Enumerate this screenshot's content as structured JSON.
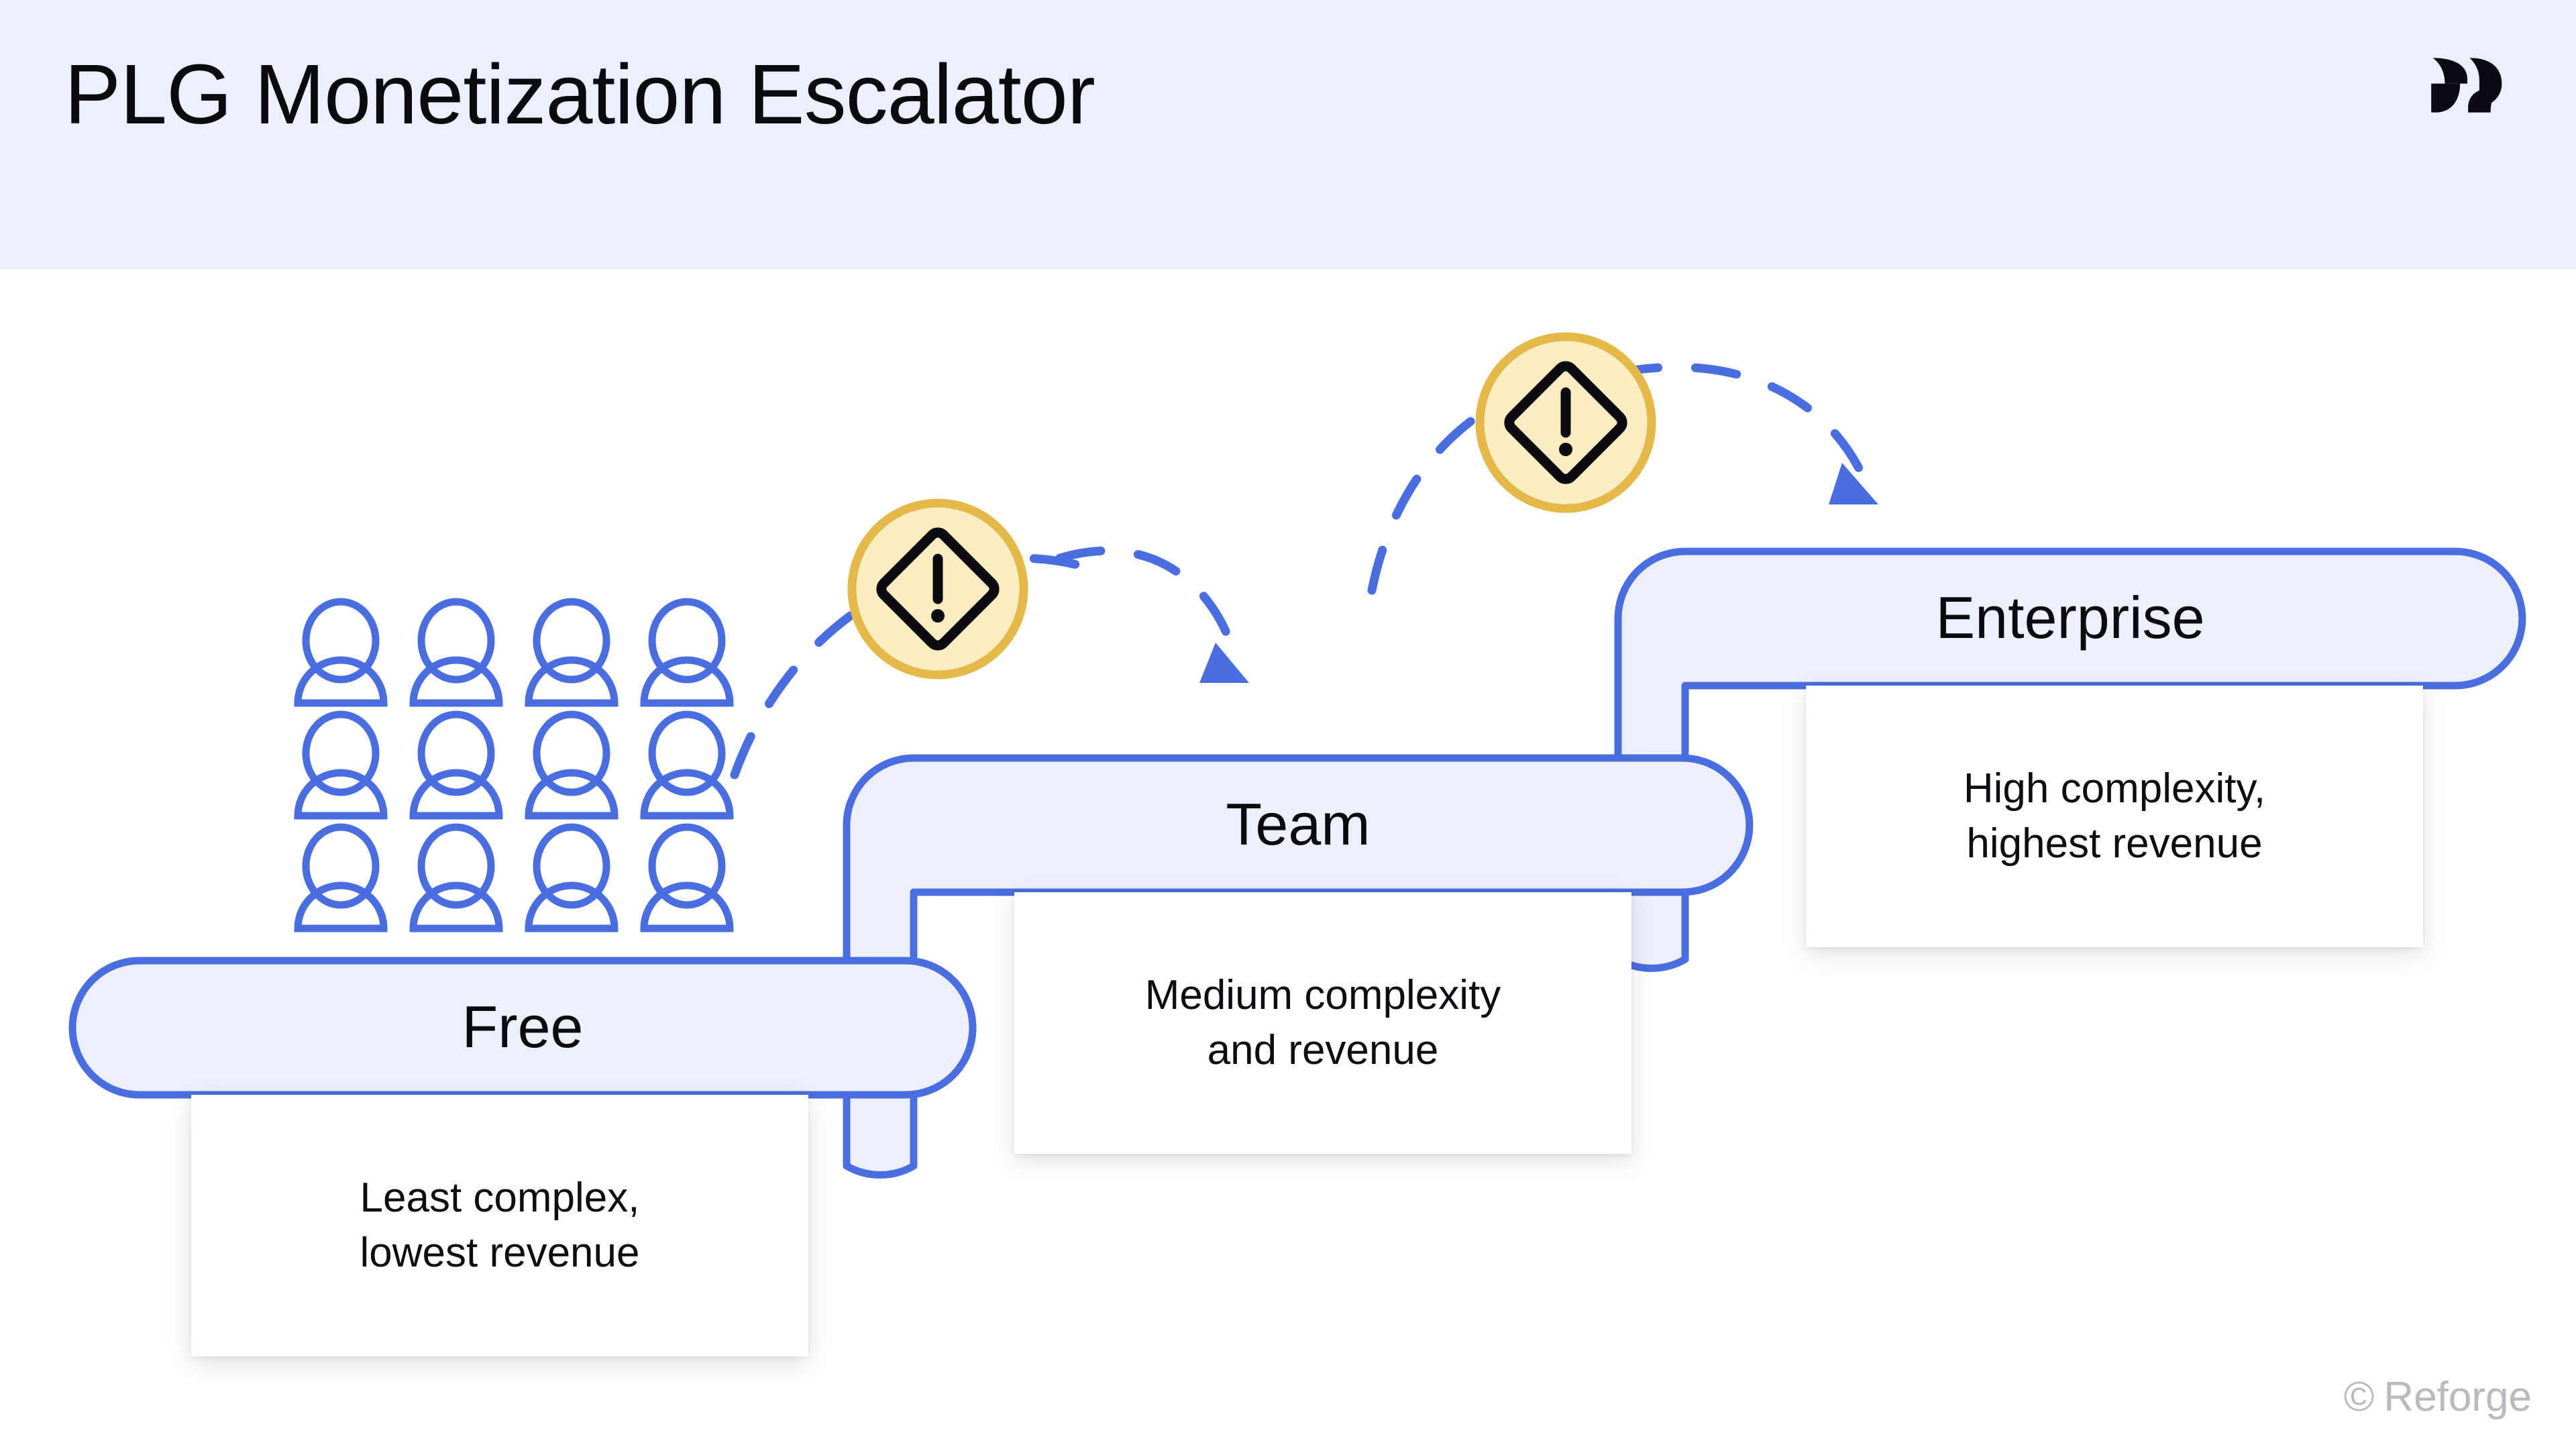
{
  "header": {
    "title": "PLG Monetization Escalator",
    "logo_icon": "reforge-logo-icon",
    "background_color": "#ECEFFD"
  },
  "theme": {
    "accent_blue": "#4A6EE0",
    "pill_fill": "#EDEFFC",
    "badge_fill": "#FCEEC2",
    "badge_border": "#E4B94A",
    "card_bg": "#FFFFFF",
    "text_color": "#0B0B0F",
    "footer_color": "#B9BABD"
  },
  "people": {
    "icon_name": "person-icon",
    "columns": 4,
    "rows": 3,
    "count": 12,
    "color": "#4A6EE0"
  },
  "steps": [
    {
      "id": "free",
      "label": "Free",
      "description": "Least complex,\nlowest revenue",
      "order": 1
    },
    {
      "id": "team",
      "label": "Team",
      "description": "Medium complexity\nand revenue",
      "order": 2
    },
    {
      "id": "enterprise",
      "label": "Enterprise",
      "description": "High complexity,\nhighest revenue",
      "order": 3
    }
  ],
  "transitions": [
    {
      "id": "free-to-team",
      "badge_icon": "warning-diamond-exclamation-icon",
      "arrow_icon": "dashed-curved-arrow-icon",
      "from": "Free",
      "to": "Team"
    },
    {
      "id": "team-to-enterprise",
      "badge_icon": "warning-diamond-exclamation-icon",
      "arrow_icon": "dashed-curved-arrow-icon",
      "from": "Team",
      "to": "Enterprise"
    }
  ],
  "footer": {
    "copyright_symbol": "©",
    "brand": "Reforge"
  }
}
